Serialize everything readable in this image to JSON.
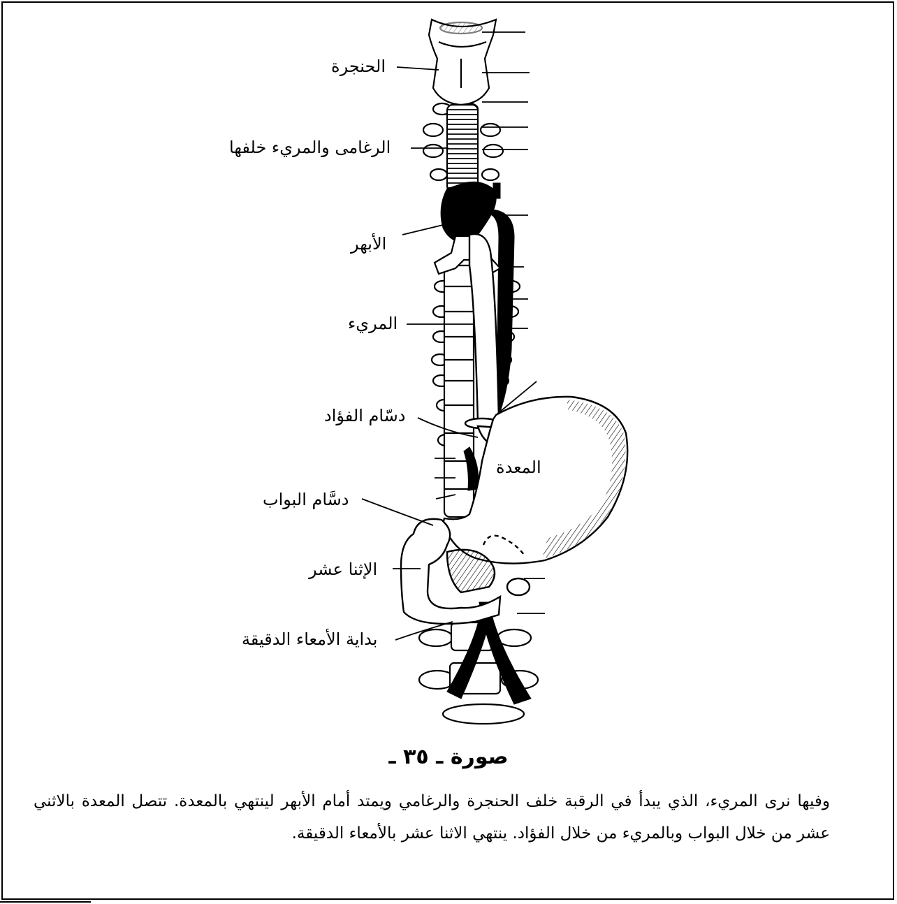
{
  "labels": {
    "larynx": "الحنجرة",
    "trachea": "الرغامى والمريء خلفها",
    "aorta": "الأبهر",
    "esophagus": "المريء",
    "cardiac_sphincter": "دسّام الفؤاد",
    "stomach": "المعدة",
    "pyloric_sphincter": "دسَّام البواب",
    "duodenum": "الإثنا عشر",
    "small_intestine_start": "بداية الأمعاء الدقيقة"
  },
  "caption": "صورة ـ ٣٥ ـ",
  "description": "وفيها نرى المريء، الذي يبدأ في الرقبة خلف الحنجرة والرغامي ويمتد أمام الأبهر لينتهي بالمعدة. تتصل المعدة بالاثني عشر من خلال البواب وبالمريء من خلال الفؤاد. ينتهي الاثنا عشر بالأمعاء الدقيقة."
}
